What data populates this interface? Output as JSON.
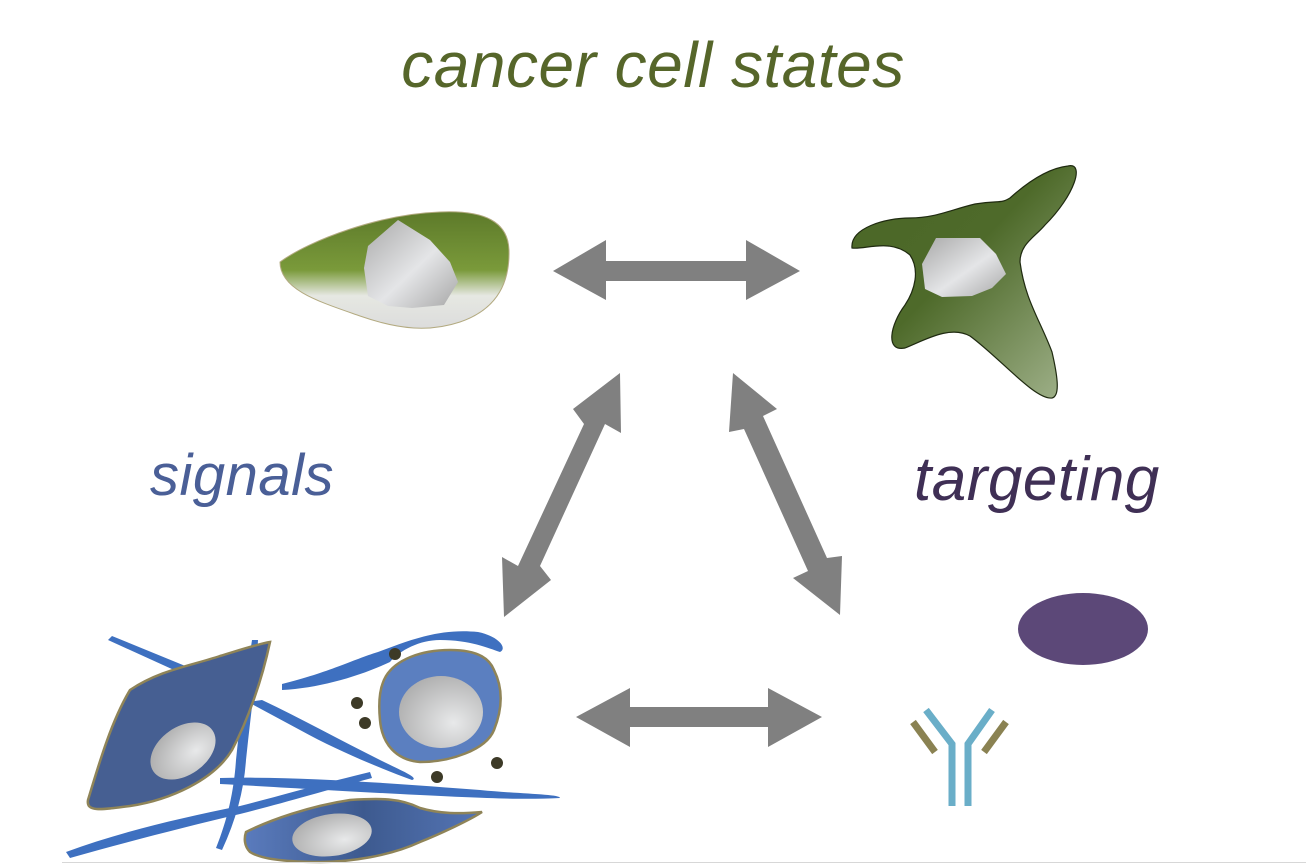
{
  "title": "cancer cell states",
  "labels": {
    "signals": "signals",
    "targeting": "targeting"
  },
  "colors": {
    "title": "#56662a",
    "signals": "#4a5f97",
    "targeting": "#3f2f55",
    "arrow": "#808080",
    "epithelial_cell": "#6a8431",
    "mesenchymal_cell": "#4f6a2b",
    "stromal_cell": "#465f92",
    "fibers": "#3e70c0",
    "cell_outline": "#8f8458",
    "secreted_dots": "#3d3a27",
    "drug": "#5c4878",
    "antibody_chain": "#6aaec8",
    "antibody_light": "#8a8252"
  },
  "nodes": [
    {
      "id": "epithelial-cell",
      "description": "epithelial-like cancer cell"
    },
    {
      "id": "mesenchymal-cell",
      "description": "mesenchymal-like cancer cell"
    },
    {
      "id": "microenvironment",
      "description": "stromal cells, fibers and secreted factors"
    },
    {
      "id": "therapeutics",
      "description": "small-molecule drug and antibody"
    }
  ],
  "connections": [
    {
      "from": "epithelial-cell",
      "to": "mesenchymal-cell",
      "bidirectional": true
    },
    {
      "from": "epithelial-cell",
      "to": "microenvironment",
      "bidirectional": true
    },
    {
      "from": "mesenchymal-cell",
      "to": "therapeutics",
      "bidirectional": true
    },
    {
      "from": "microenvironment",
      "to": "therapeutics",
      "bidirectional": true
    }
  ]
}
